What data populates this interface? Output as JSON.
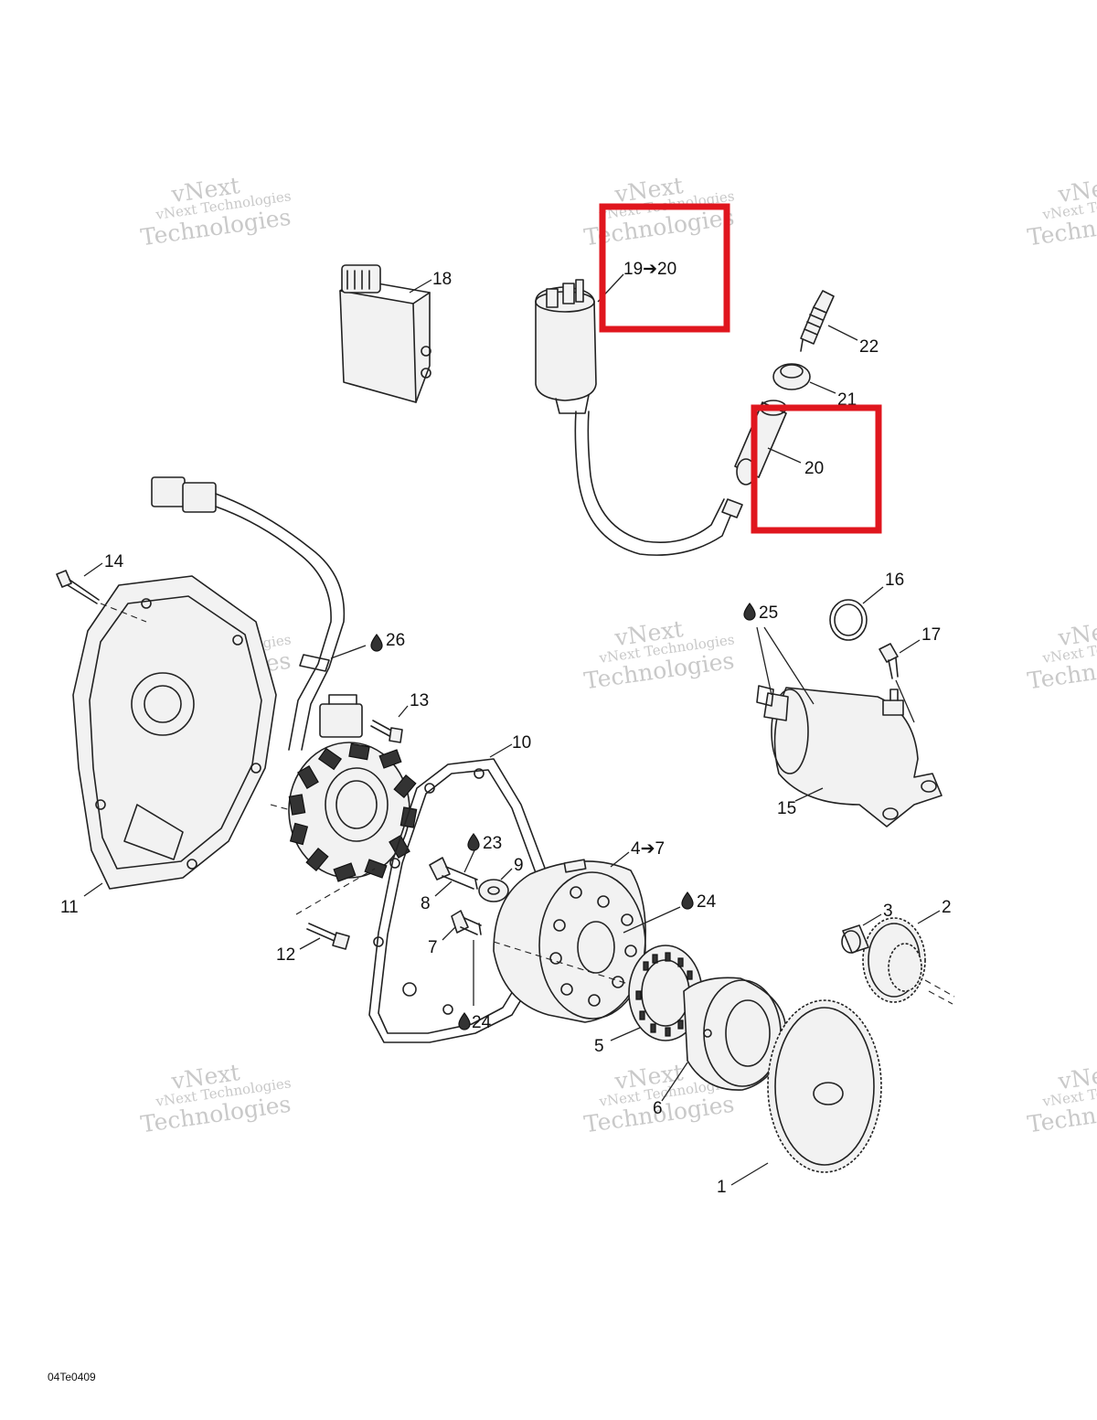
{
  "diagram": {
    "figure_code": "04Te0409",
    "watermark": {
      "line1": "vNext",
      "line2": "vNext Technologies",
      "line3": "Technologies"
    },
    "callouts": {
      "c1": "1",
      "c2": "2",
      "c3": "3",
      "c4_7": "4➔7",
      "c5": "5",
      "c6": "6",
      "c7": "7",
      "c8": "8",
      "c9": "9",
      "c10": "10",
      "c11": "11",
      "c12": "12",
      "c13": "13",
      "c14": "14",
      "c15": "15",
      "c16": "16",
      "c17": "17",
      "c18": "18",
      "c19_20": "19➔20",
      "c20": "20",
      "c21": "21",
      "c22": "22",
      "c23": "23",
      "c24a": "24",
      "c24b": "24",
      "c25": "25",
      "c26": "26"
    },
    "lubricant_icon": "oil-drop-icon",
    "highlight_color": "#e0161e"
  }
}
